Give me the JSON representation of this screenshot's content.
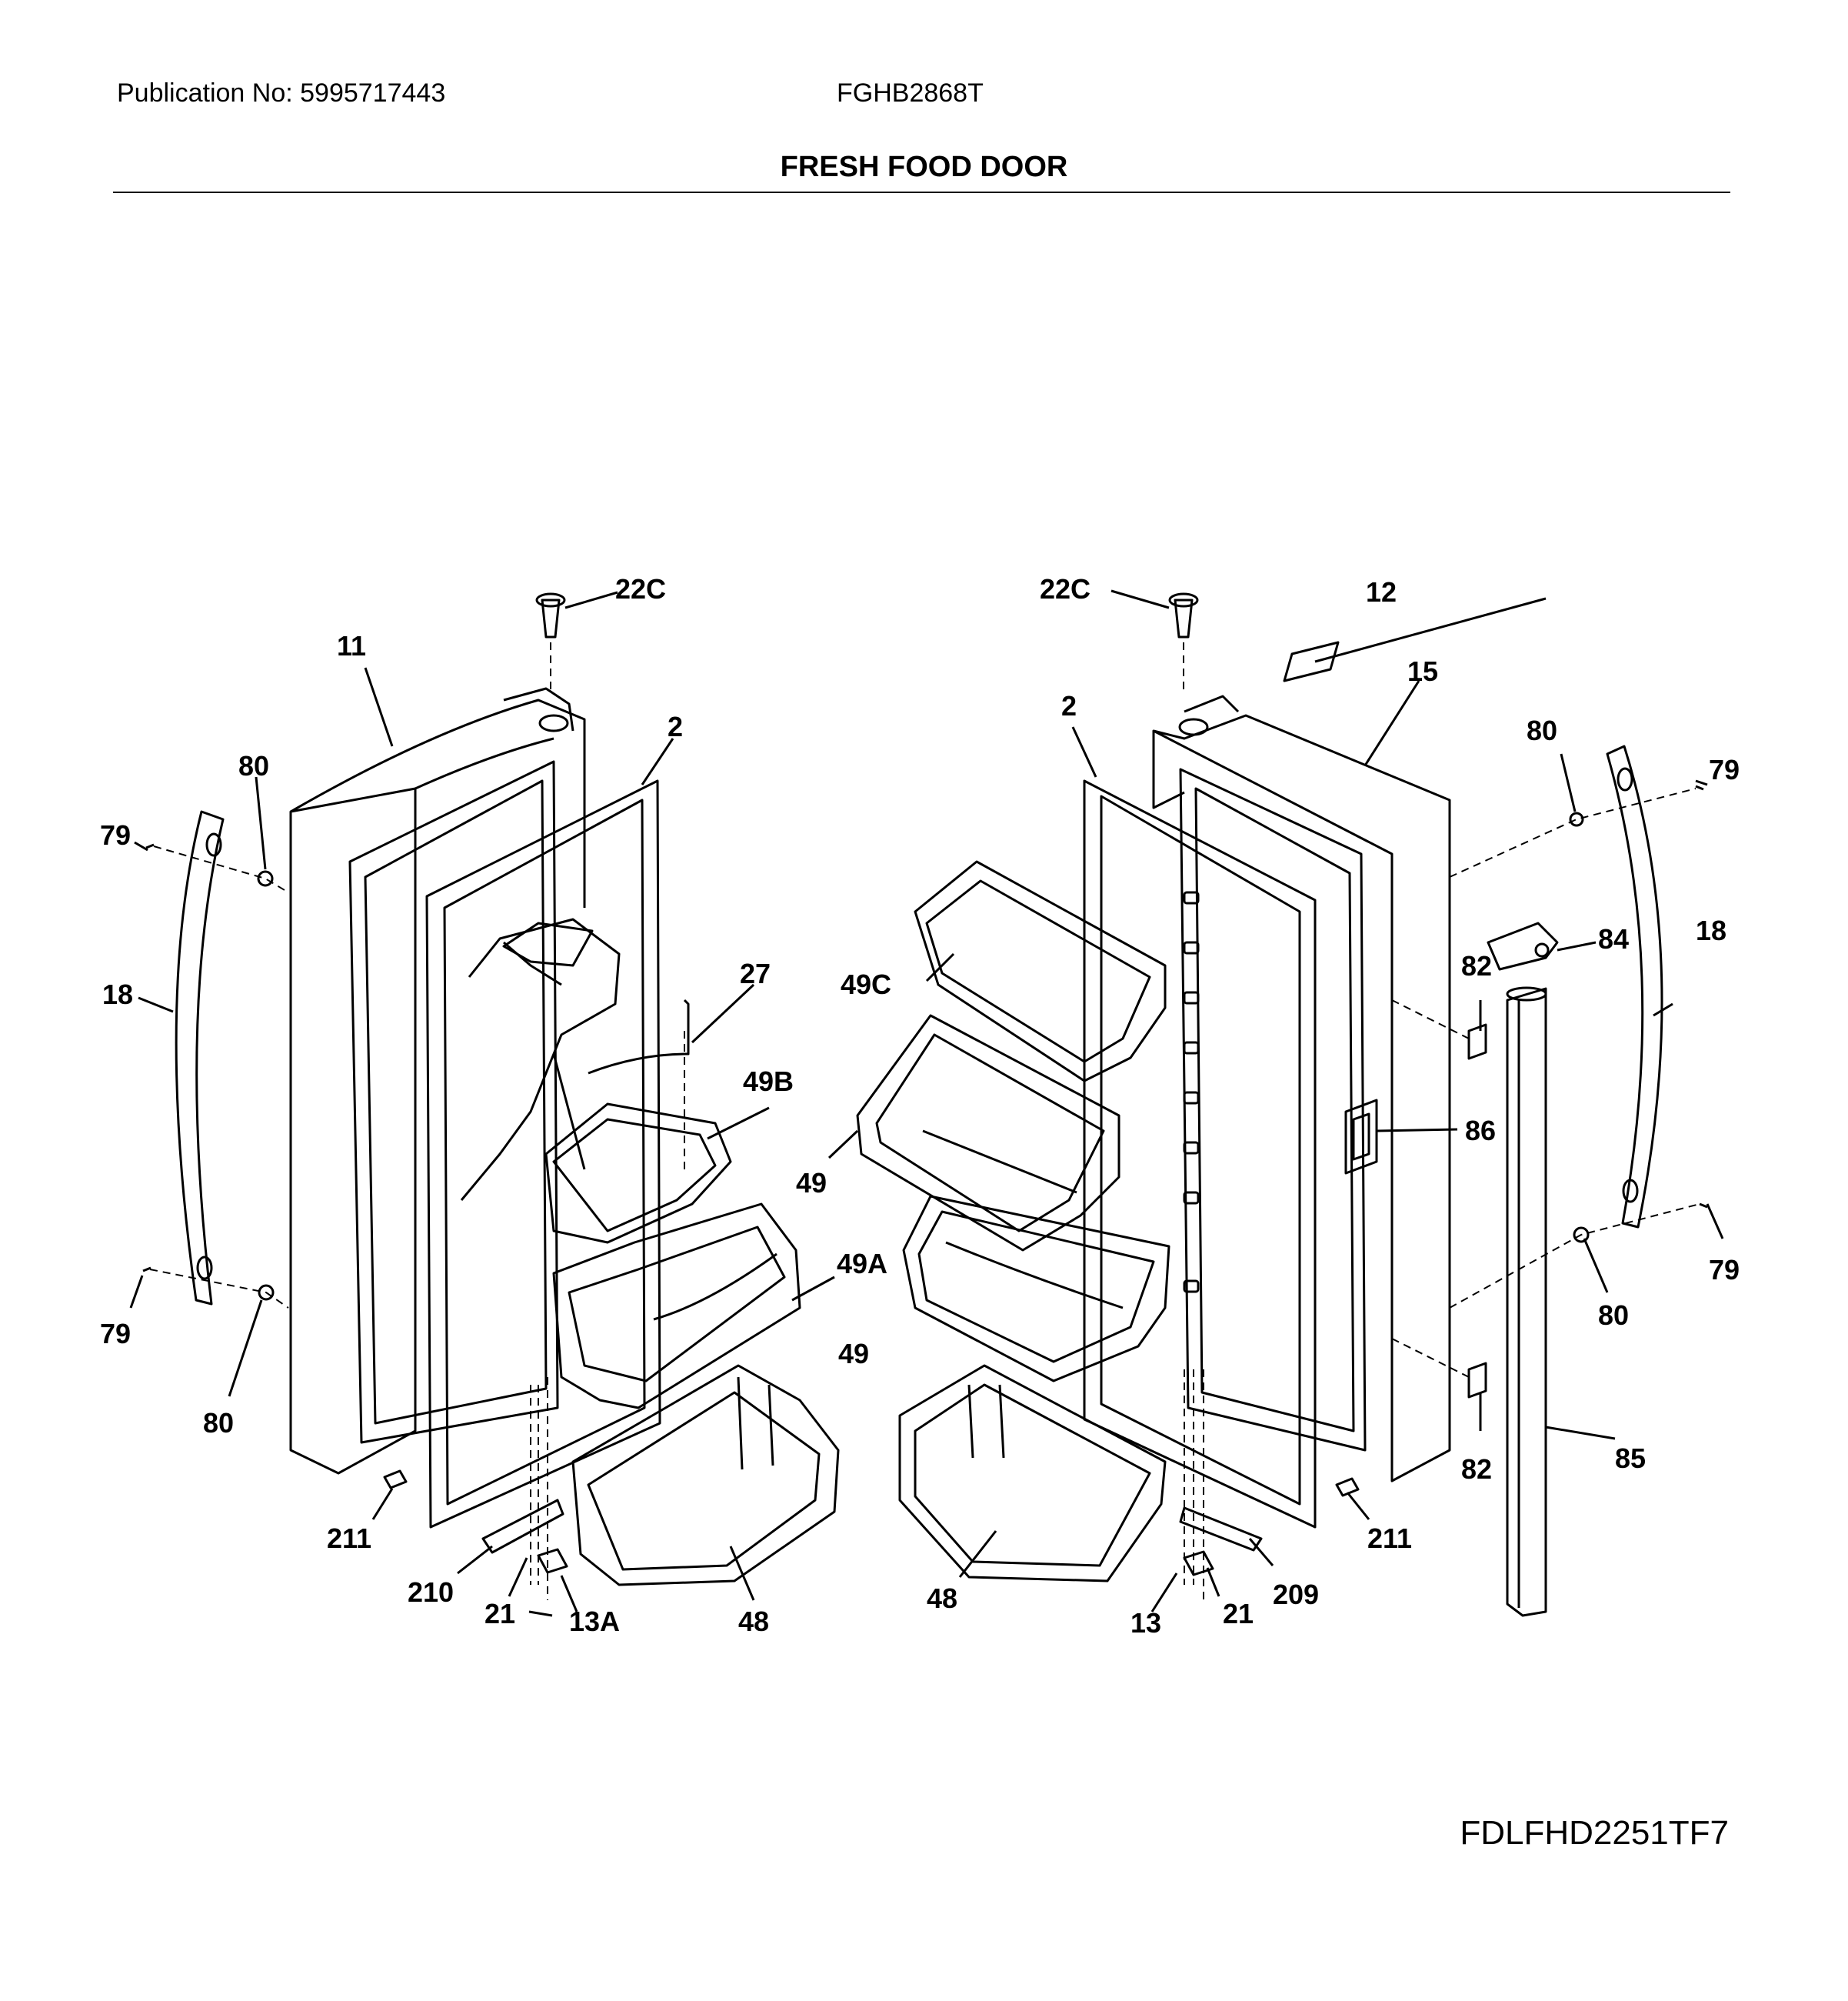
{
  "header": {
    "publication": "Publication No: 5995717443",
    "model": "FGHB2868T",
    "title": "FRESH FOOD DOOR"
  },
  "footer": {
    "code": "FDLFHD2251TF7"
  },
  "callouts": {
    "c22c_l": "22C",
    "c11": "11",
    "c2_l": "2",
    "c80_ul": "80",
    "c79_ul": "79",
    "c18_l": "18",
    "c27": "27",
    "c49b": "49B",
    "c49a": "49A",
    "c79_ll": "79",
    "c80_ll": "80",
    "c211_l": "211",
    "c210": "210",
    "c21_l": "21",
    "c13a": "13A",
    "c48_l": "48",
    "c22c_r": "22C",
    "c12": "12",
    "c15": "15",
    "c2_r": "2",
    "c80_ur": "80",
    "c79_ur": "79",
    "c84": "84",
    "c18_r": "18",
    "c82_u": "82",
    "c49c": "49C",
    "c49_u": "49",
    "c86": "86",
    "c49_l": "49",
    "c79_lr": "79",
    "c80_lr": "80",
    "c82_l": "82",
    "c85": "85",
    "c211_r": "211",
    "c48_r": "48",
    "c13": "13",
    "c21_r": "21",
    "c209": "209"
  }
}
